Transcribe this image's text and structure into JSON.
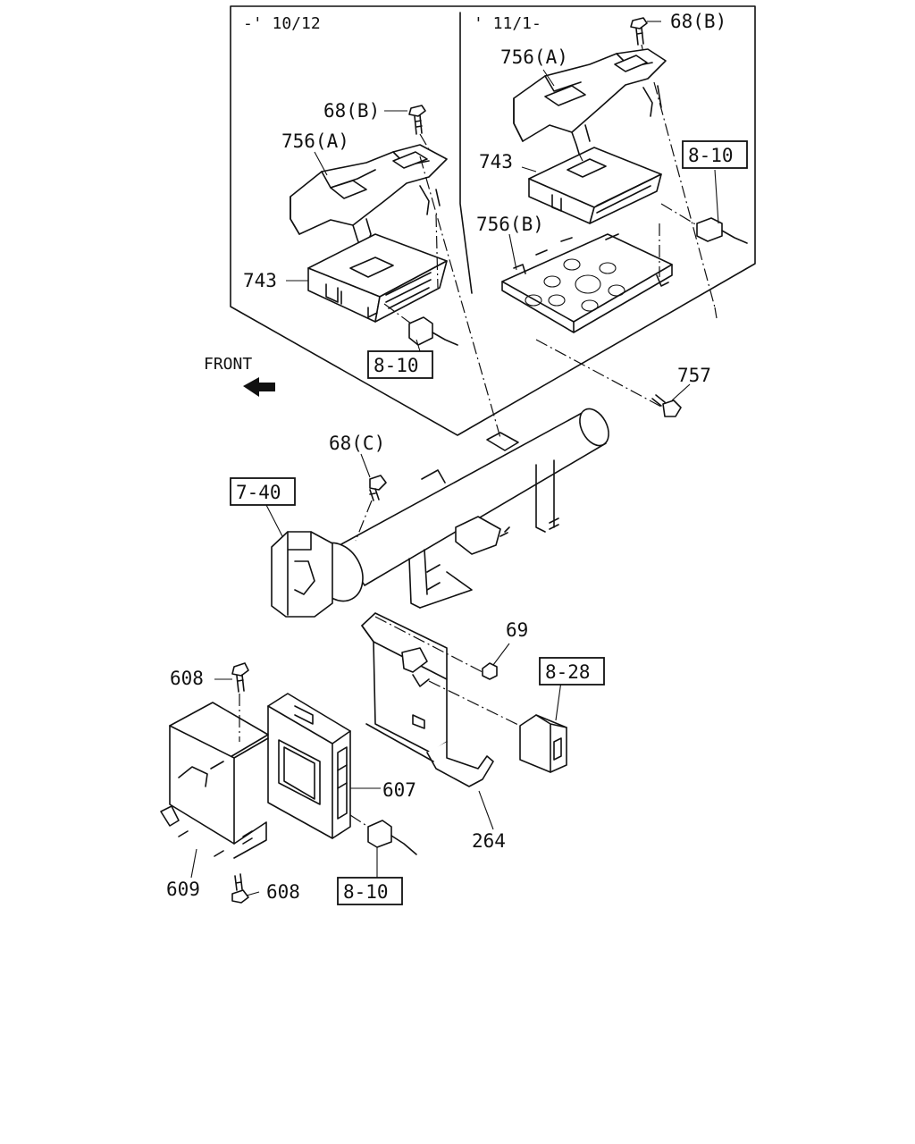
{
  "section_labels": {
    "early": "-' 10/12",
    "late": "' 11/1-"
  },
  "front_label": "FRONT",
  "callouts": {
    "bolt_68b_top": "68(B)",
    "bolt_68b_left": "68(B)",
    "bracket_756a_left": "756(A)",
    "bracket_756a_right": "756(A)",
    "module_743_left": "743",
    "module_743_right": "743",
    "bracket_756b": "756(B)",
    "bolt_757": "757",
    "bolt_68c": "68(C)",
    "nut_69": "69",
    "bolt_608_top": "608",
    "bolt_608_bottom": "608",
    "ecu_607": "607",
    "bracket_609": "609",
    "bracket_264": "264"
  },
  "reference_boxes": {
    "ref_8_10_right": "8-10",
    "ref_8_10_left": "8-10",
    "ref_7_40": "7-40",
    "ref_8_28": "8-28",
    "ref_8_10_bottom": "8-10"
  }
}
